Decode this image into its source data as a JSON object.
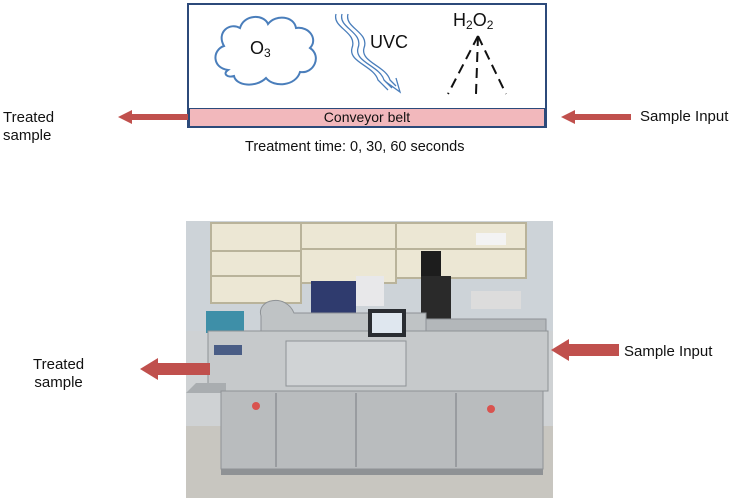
{
  "diagram": {
    "ozone": {
      "main": "O",
      "sub": "3"
    },
    "uvc": "UVC",
    "peroxide": {
      "a": "H",
      "sub1": "2",
      "b": "O",
      "sub2": "2"
    },
    "conveyor": "Conveyor  belt",
    "treatment_time": "Treatment time: 0, 30, 60 seconds",
    "top_left": {
      "line1": "Treated",
      "line2": "sample"
    },
    "top_right": "Sample Input",
    "bottom_left": {
      "line1": "Treated",
      "line2": "sample"
    },
    "bottom_right": "Sample Input"
  },
  "colors": {
    "arrow": "#c0504d",
    "outline": "#2c4a7a",
    "belt": "#f2b8bc",
    "ozone_cloud": "#4a7ebb"
  }
}
